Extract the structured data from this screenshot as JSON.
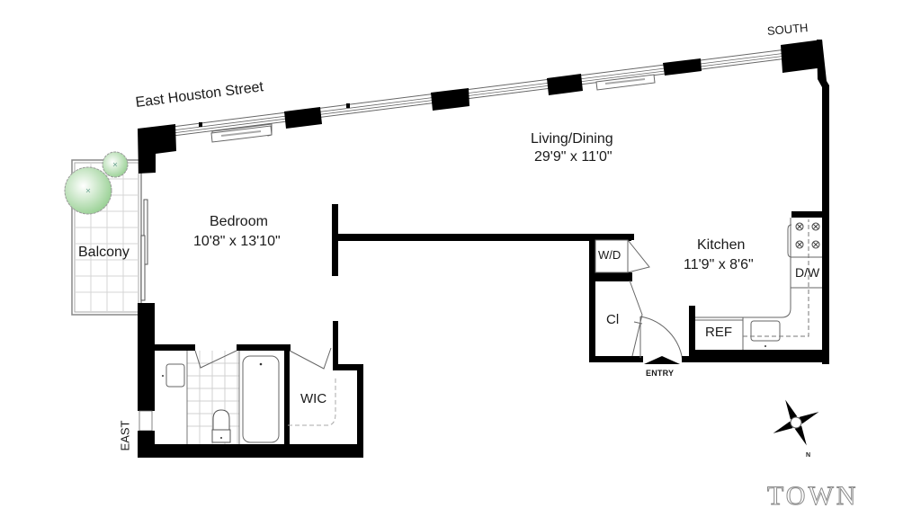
{
  "floorplan": {
    "street_label": "East Houston Street",
    "orientation": {
      "south_label": "SOUTH",
      "east_label": "EAST",
      "compass_north_label": "N"
    },
    "rooms": [
      {
        "id": "living",
        "name": "Living/Dining",
        "dimensions": "29'9\" x 11'0\""
      },
      {
        "id": "bedroom",
        "name": "Bedroom",
        "dimensions": "10'8\" x 13'10\""
      },
      {
        "id": "kitchen",
        "name": "Kitchen",
        "dimensions": "11'9\" x 8'6\""
      },
      {
        "id": "balcony",
        "name": "Balcony"
      }
    ],
    "fixtures": {
      "washer_dryer": "W/D",
      "closet": "Cl",
      "walk_in_closet": "WIC",
      "dishwasher": "D/W",
      "refrigerator": "REF"
    },
    "entry_label": "ENTRY",
    "brand_logo": "TOWN",
    "colors": {
      "wall": "#000000",
      "outline": "#555555",
      "tree_green": "#9fd39a",
      "tile_line": "#cfcfcf",
      "logo_outline": "#8a8a8a"
    }
  }
}
